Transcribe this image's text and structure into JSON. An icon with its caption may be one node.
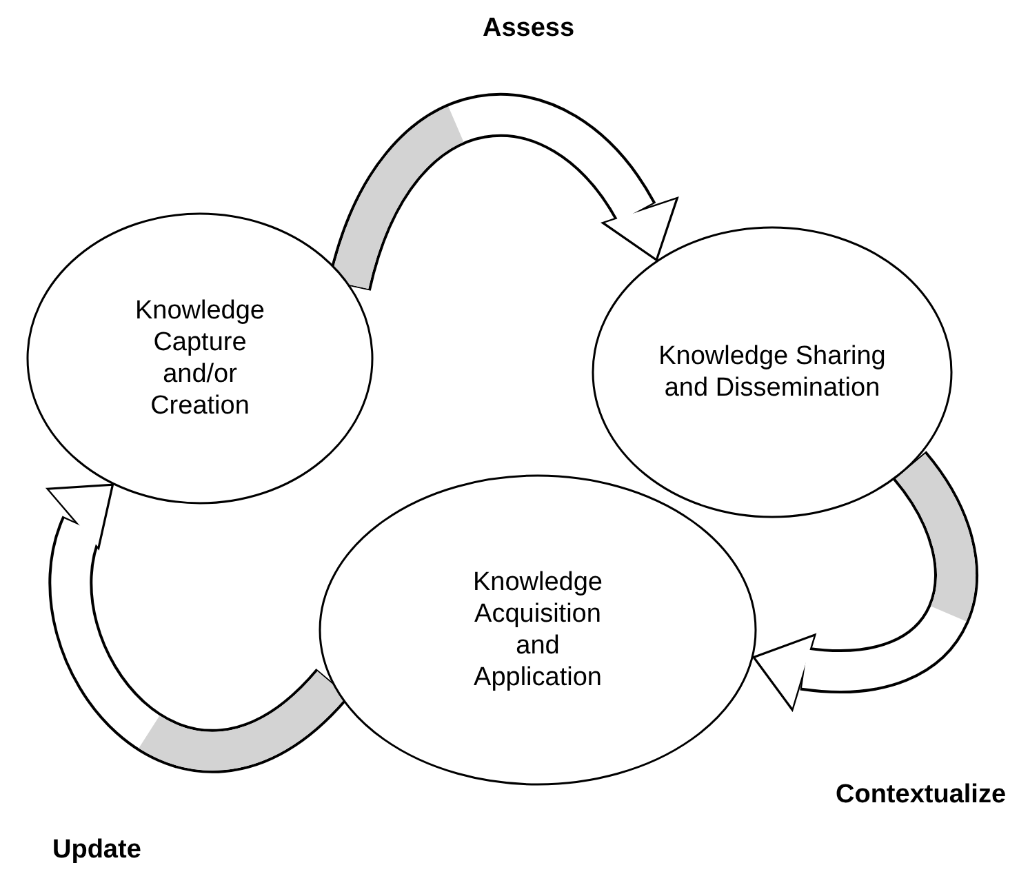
{
  "diagram": {
    "nodes": [
      {
        "text": [
          "Knowledge Capture and/or Creation"
        ]
      },
      {
        "text": [
          "Knowledge Sharing and Dissemination"
        ]
      },
      {
        "text": [
          "Knowledge Acquisition and Application"
        ]
      }
    ],
    "edges": [
      {
        "from": 0,
        "to": 1,
        "arrow": "to",
        "label": "Assess"
      },
      {
        "from": 1,
        "to": 2,
        "arrow": "to",
        "label": "Contextualize"
      },
      {
        "from": 2,
        "to": 0,
        "arrow": "to",
        "label": "Update"
      }
    ]
  }
}
